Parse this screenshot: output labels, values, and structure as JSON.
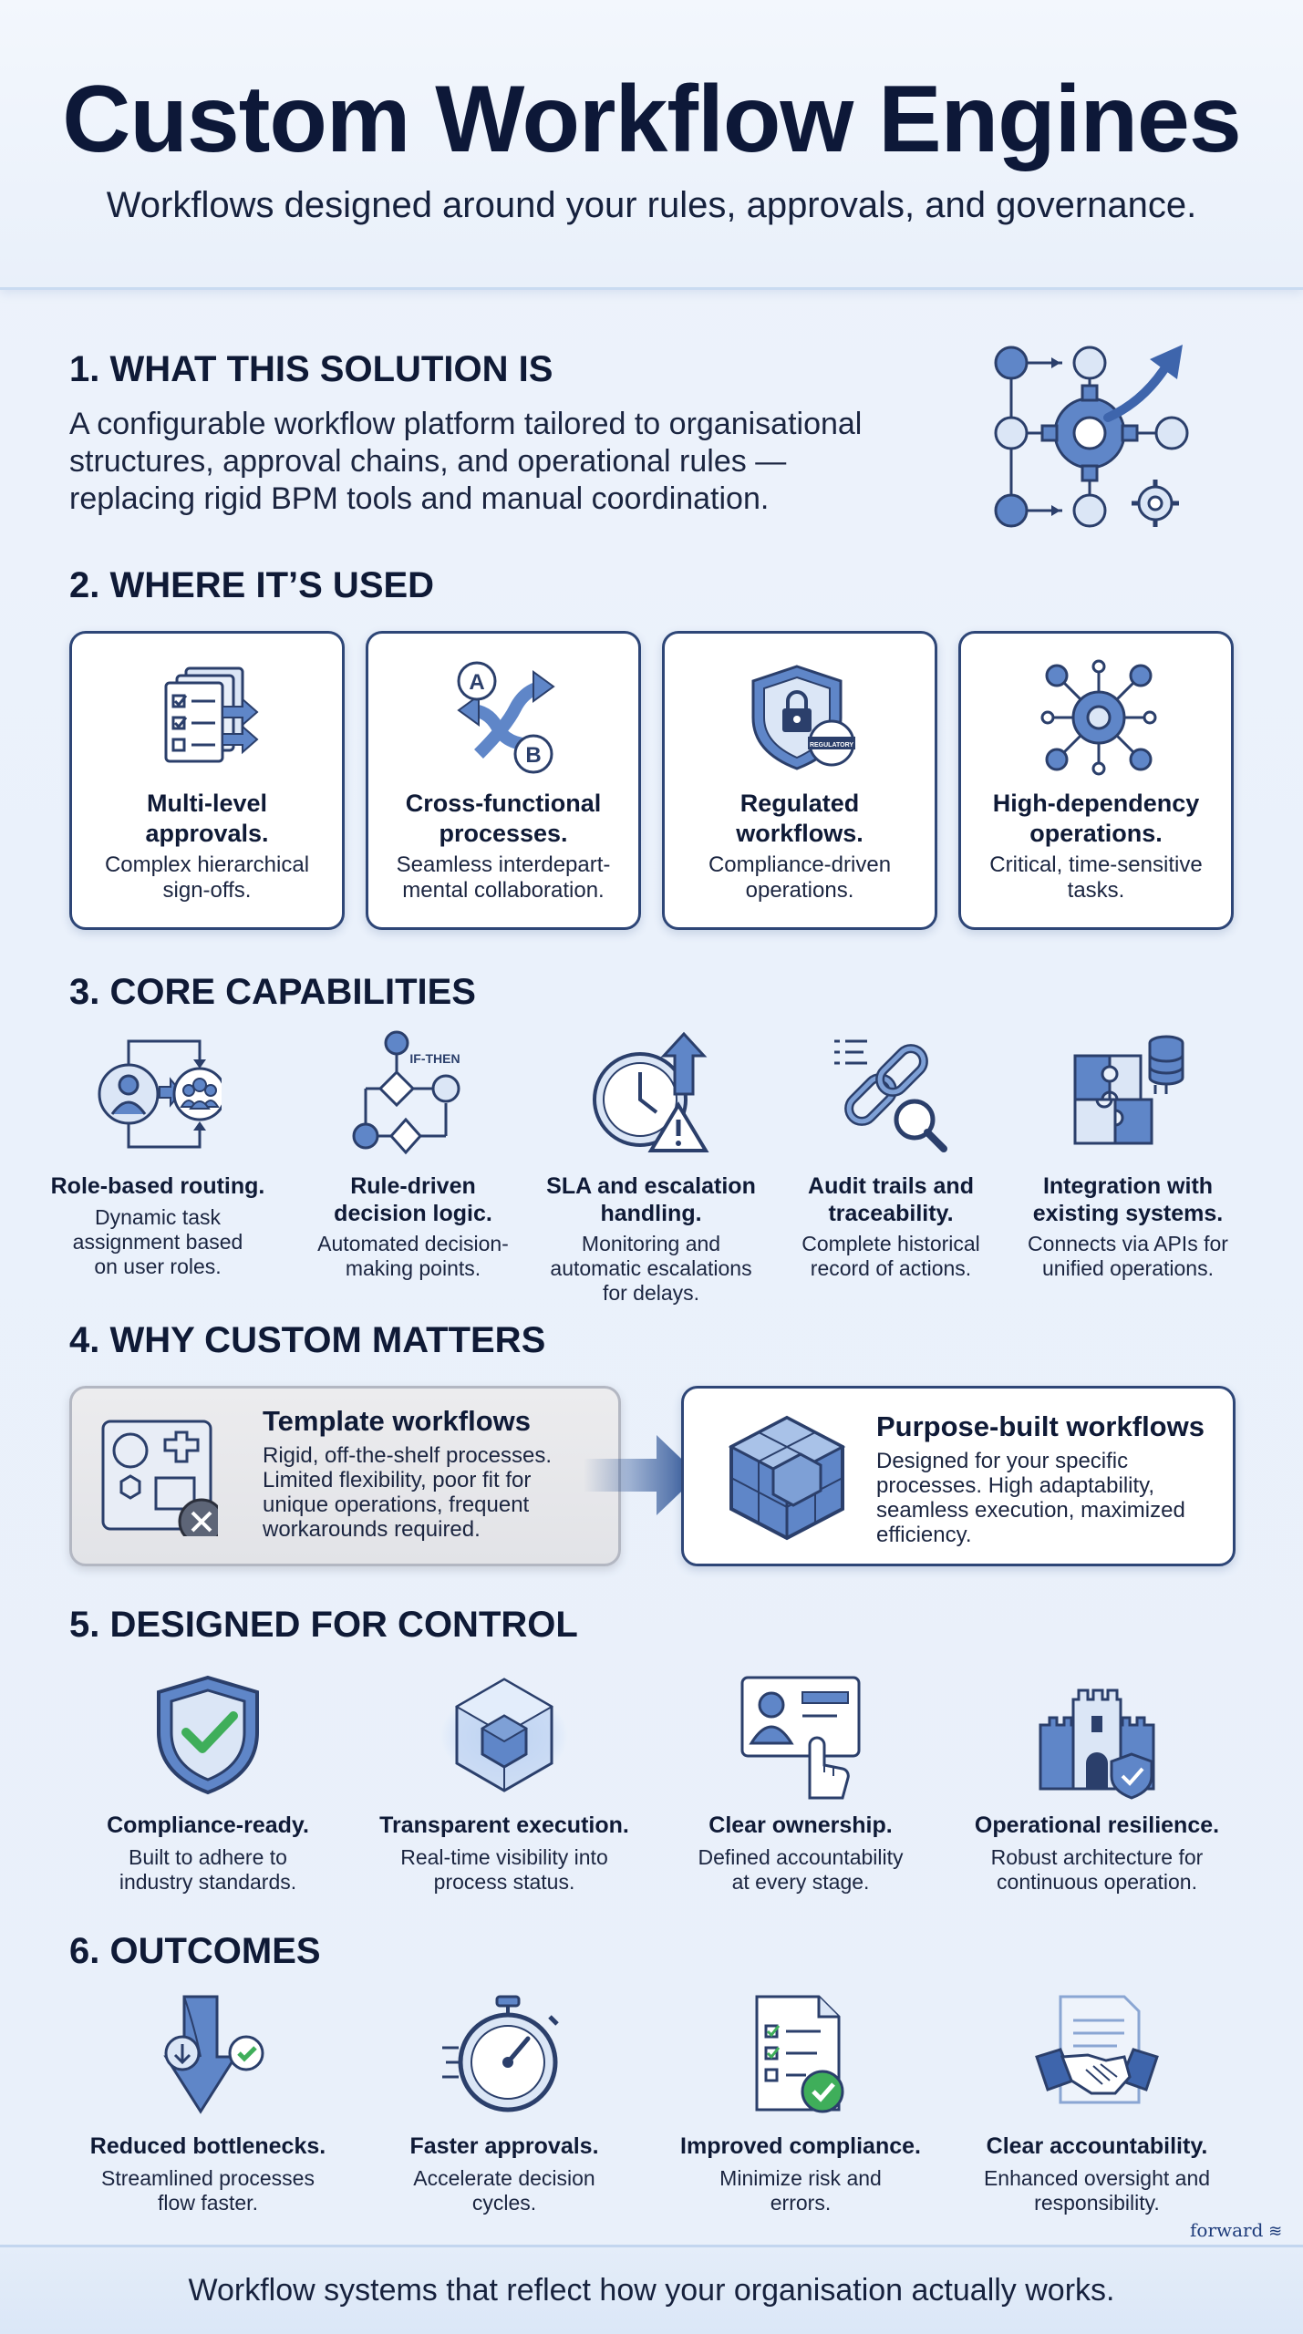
{
  "header": {
    "title": "Custom Workflow Engines",
    "subtitle": "Workflows designed around your rules, approvals, and governance."
  },
  "section1": {
    "title": "1. WHAT THIS SOLUTION IS",
    "lines": [
      "A configurable workflow platform tailored to organisational",
      "structures, approval chains, and operational rules —",
      "replacing rigid BPM tools and manual coordination."
    ],
    "icon": "workflow-gear-network-icon"
  },
  "section2": {
    "title": "2. WHERE IT’S USED",
    "cards": [
      {
        "icon": "document-checklist-icon",
        "title": [
          "Multi-level",
          "approvals."
        ],
        "desc": [
          "Complex hierarchical",
          "sign-offs."
        ]
      },
      {
        "icon": "a-to-b-arrows-icon",
        "title": [
          "Cross-functional",
          "processes."
        ],
        "desc": [
          "Seamless interdepart-",
          "mental collaboration."
        ]
      },
      {
        "icon": "regulatory-shield-icon",
        "title": [
          "Regulated",
          "workflows."
        ],
        "desc": [
          "Compliance-driven",
          "operations."
        ],
        "badge": "REGULATORY"
      },
      {
        "icon": "gear-network-icon",
        "title": [
          "High-dependency",
          "operations."
        ],
        "desc": [
          "Critical, time-sensitive",
          "tasks."
        ]
      }
    ]
  },
  "section3": {
    "title": "3. CORE CAPABILITIES",
    "items": [
      {
        "icon": "role-routing-icon",
        "title": [
          "Role-based routing."
        ],
        "desc": [
          "Dynamic task",
          "assignment based",
          "on user roles."
        ]
      },
      {
        "icon": "decision-flow-icon",
        "title": [
          "Rule-driven",
          "decision logic."
        ],
        "desc": [
          "Automated decision-",
          "making points."
        ],
        "tag": "IF-THEN"
      },
      {
        "icon": "clock-escalation-icon",
        "title": [
          "SLA and escalation",
          "handling."
        ],
        "desc": [
          "Monitoring and",
          "automatic escalations",
          "for delays."
        ]
      },
      {
        "icon": "chain-magnifier-icon",
        "title": [
          "Audit trails and",
          "traceability."
        ],
        "desc": [
          "Complete historical",
          "record of actions."
        ]
      },
      {
        "icon": "puzzle-database-icon",
        "title": [
          "Integration with",
          "existing systems."
        ],
        "desc": [
          "Connects via APIs for",
          "unified operations."
        ]
      }
    ]
  },
  "section4": {
    "title": "4. WHY CUSTOM MATTERS",
    "template": {
      "icon": "template-shapes-icon",
      "title": "Template workflows",
      "desc": [
        "Rigid, off-the-shelf processes.",
        "Limited flexibility, poor fit for",
        "unique operations, frequent",
        "workarounds required."
      ]
    },
    "purpose": {
      "icon": "cube-blocks-icon",
      "title": "Purpose-built workflows",
      "desc": [
        "Designed for your specific",
        "processes. High adaptability,",
        "seamless execution, maximized",
        "efficiency."
      ]
    }
  },
  "section5": {
    "title": "5. DESIGNED FOR CONTROL",
    "items": [
      {
        "icon": "shield-check-icon",
        "title": "Compliance-ready.",
        "desc": [
          "Built to adhere to",
          "industry standards."
        ]
      },
      {
        "icon": "glowing-cube-icon",
        "title": "Transparent execution.",
        "desc": [
          "Real-time visibility into",
          "process status."
        ]
      },
      {
        "icon": "id-card-hand-icon",
        "title": "Clear ownership.",
        "desc": [
          "Defined accountability",
          "at every stage."
        ]
      },
      {
        "icon": "castle-shield-icon",
        "title": "Operational resilience.",
        "desc": [
          "Robust architecture for",
          "continuous operation."
        ]
      }
    ]
  },
  "section6": {
    "title": "6. OUTCOMES",
    "items": [
      {
        "icon": "funnel-arrow-icon",
        "title": "Reduced bottlenecks.",
        "desc": [
          "Streamlined processes",
          "flow faster."
        ]
      },
      {
        "icon": "stopwatch-icon",
        "title": "Faster approvals.",
        "desc": [
          "Accelerate decision",
          "cycles."
        ]
      },
      {
        "icon": "checklist-document-icon",
        "title": "Improved compliance.",
        "desc": [
          "Minimize risk and",
          "errors."
        ]
      },
      {
        "icon": "handshake-document-icon",
        "title": "Clear accountability.",
        "desc": [
          "Enhanced oversight and",
          "responsibility."
        ]
      }
    ]
  },
  "brand": "forward",
  "footer": "Workflow systems that reflect how your organisation actually works.",
  "colors": {
    "navy": "#0f1a36",
    "icon_stroke": "#2b3f6b",
    "icon_fill": "#5f86c8",
    "icon_light": "#c4d7f2",
    "check_green": "#3fae5a"
  }
}
